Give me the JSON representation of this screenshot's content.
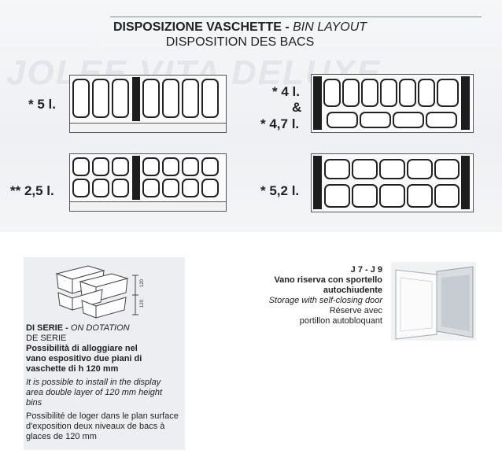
{
  "header": {
    "title_bold": "DISPOSIZIONE VASCHETTE - ",
    "title_italic": "BIN LAYOUT",
    "subtitle": "DISPOSITION DES BACS"
  },
  "layouts": [
    {
      "label": "* 5 l."
    },
    {
      "label_a": "* 4 l.",
      "label_amp": "&",
      "label_b": "* 4,7 l."
    },
    {
      "label": "** 2,5 l."
    },
    {
      "label": "* 5,2 l."
    }
  ],
  "dotation": {
    "heading_bold": "DI SERIE - ",
    "heading_italic": "ON DOTATION",
    "heading_fr": "DE SERIE",
    "text_it": "Possibilità di alloggiare nel vano espositivo due piani di vaschette di h 120 mm",
    "text_en": "It is possible to install in the display area double layer of 120 mm height bins",
    "text_fr": "Possibilité de loger dans le plan surface d'exposition deux niveaux de bacs à glaces de 120 mm",
    "dim_a": "120",
    "dim_b": "120"
  },
  "storage": {
    "model": "J 7 - J 9",
    "text_it": "Vano riserva con sportello autochiudente",
    "text_en": "Storage with self-closing door",
    "text_fr_1": "Réserve avec",
    "text_fr_2": "portillon autobloquant"
  }
}
